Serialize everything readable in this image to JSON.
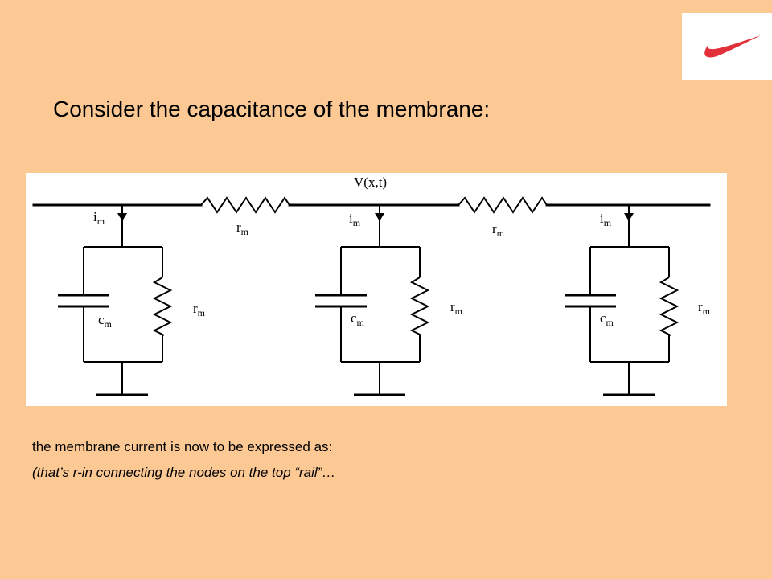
{
  "slide": {
    "title": "Consider the capacitance of the membrane:",
    "note_line_1": "the membrane current is now to be expressed as:",
    "note_line_2": "(that’s r-in connecting the nodes on the top “rail”…"
  },
  "logo": {
    "icon": "swoosh-logo-icon",
    "color": "#e2303a"
  },
  "circuit": {
    "voltage_label": "V(x,t)",
    "axial_resistor_label": {
      "main": "r",
      "sub": "m"
    },
    "current_label": {
      "main": "i",
      "sub": "m"
    },
    "capacitor_label": {
      "main": "c",
      "sub": "m"
    },
    "membrane_resistor_label": {
      "main": "r",
      "sub": "m"
    },
    "unit_count": 3
  },
  "colors": {
    "background": "#fcc994",
    "panel": "#ffffff",
    "ink": "#000000"
  }
}
